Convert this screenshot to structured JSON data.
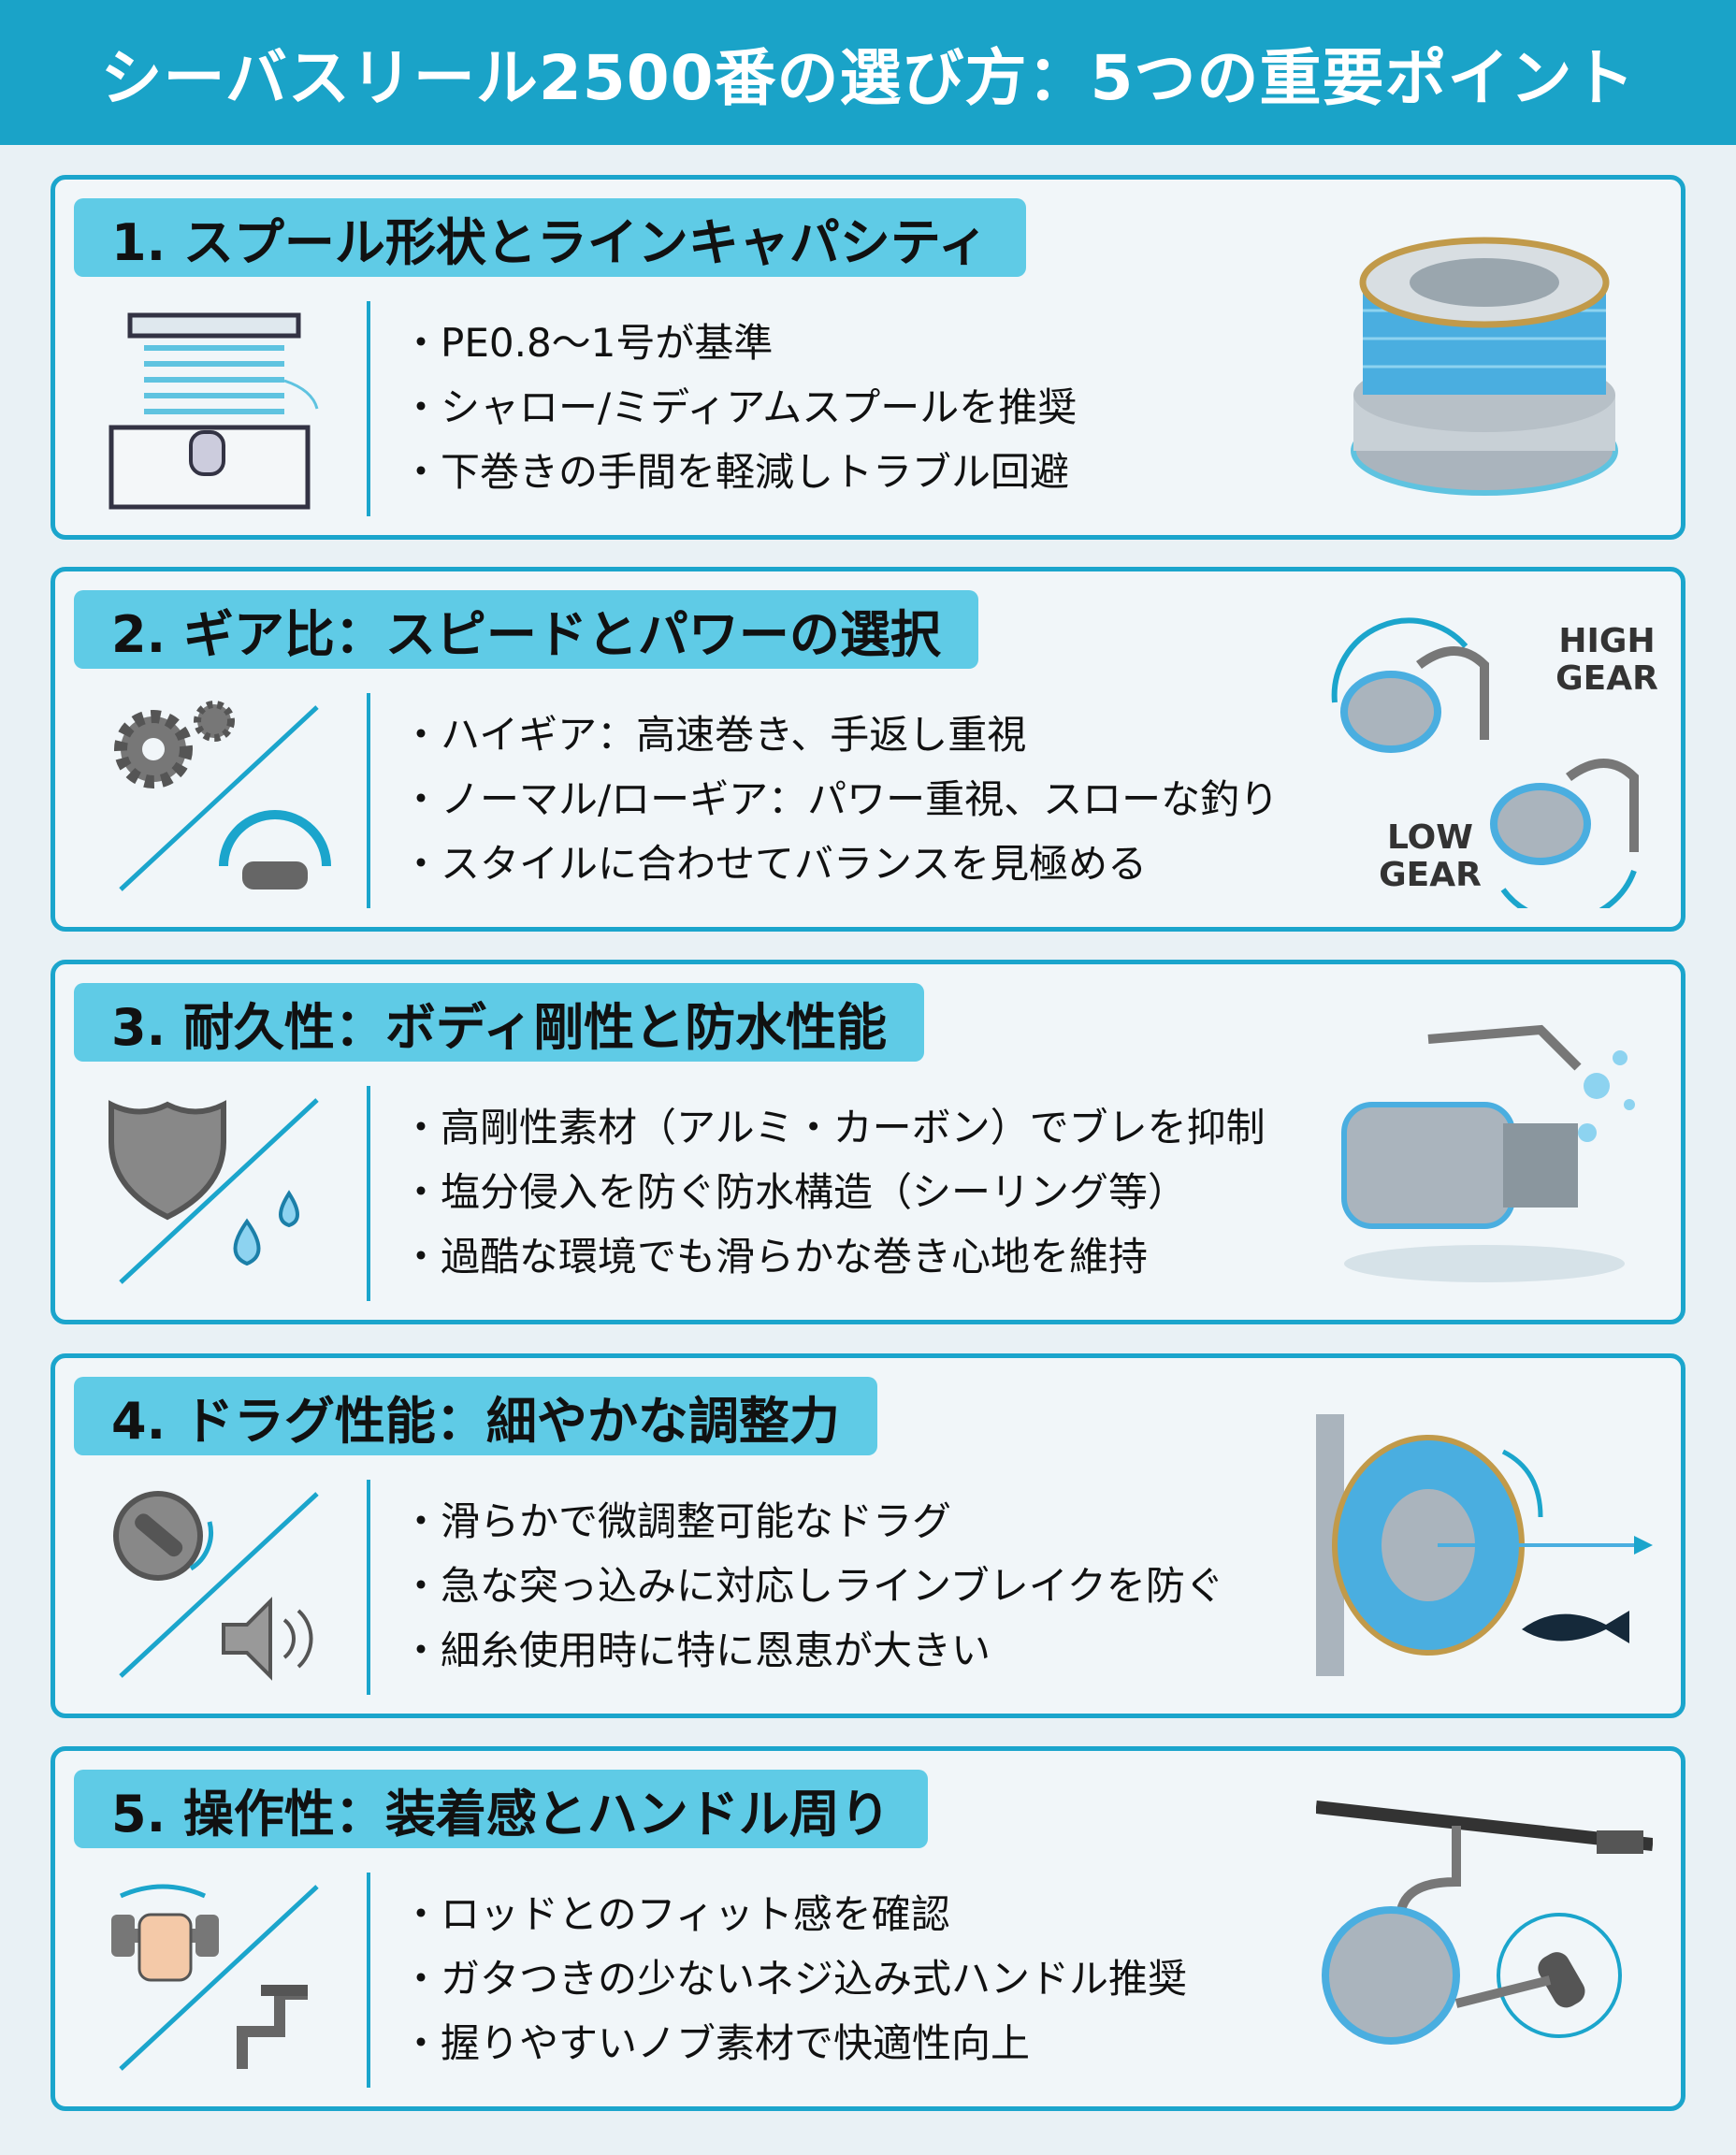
{
  "header": {
    "title": "シーバスリール2500番の選び方：5つの重要ポイント"
  },
  "colors": {
    "accent": "#1ba5cc",
    "pill": "#5fcbe6",
    "background": "#e9f1f5"
  },
  "sections": [
    {
      "title": "1. スプール形状とラインキャパシティ",
      "icon": "spool-icon",
      "bullets": [
        "PE0.8〜1号が基準",
        "シャロー/ミディアムスプールを推奨",
        "下巻きの手間を軽減しトラブル回避"
      ]
    },
    {
      "title": "2. ギア比：スピードとパワーの選択",
      "icon": "gears-icon",
      "bullets": [
        "ハイギア：高速巻き、手返し重視",
        "ノーマル/ローギア：パワー重視、スローな釣り",
        "スタイルに合わせてバランスを見極める"
      ],
      "labels": {
        "high": "HIGH GEAR",
        "low": "LOW GEAR"
      }
    },
    {
      "title": "3. 耐久性：ボディ剛性と防水性能",
      "icon": "shield-icon",
      "bullets": [
        "高剛性素材（アルミ・カーボン）でブレを抑制",
        "塩分侵入を防ぐ防水構造（シーリング等）",
        "過酷な環境でも滑らかな巻き心地を維持"
      ]
    },
    {
      "title": "4. ドラグ性能：細やかな調整力",
      "icon": "drag-knob-icon",
      "bullets": [
        "滑らかで微調整可能なドラグ",
        "急な突っ込みに対応しラインブレイクを防ぐ",
        "細糸使用時に特に恩恵が大きい"
      ]
    },
    {
      "title": "5. 操作性：装着感とハンドル周り",
      "icon": "handle-icon",
      "bullets": [
        "ロッドとのフィット感を確認",
        "ガタつきの少ないネジ込み式ハンドル推奨",
        "握りやすいノブ素材で快適性向上"
      ]
    }
  ]
}
